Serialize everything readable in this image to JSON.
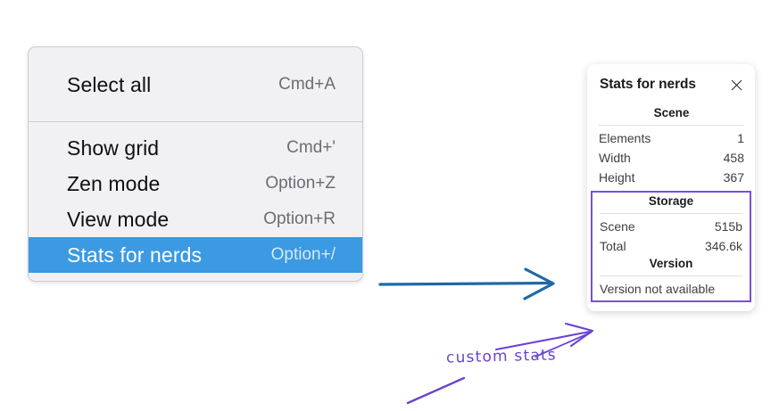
{
  "context_menu": {
    "groups": [
      {
        "items": [
          {
            "label": "Select all",
            "shortcut": "Cmd+A",
            "selected": false
          }
        ]
      },
      {
        "items": [
          {
            "label": "Show grid",
            "shortcut": "Cmd+'",
            "selected": false
          },
          {
            "label": "Zen mode",
            "shortcut": "Option+Z",
            "selected": false
          },
          {
            "label": "View mode",
            "shortcut": "Option+R",
            "selected": false
          },
          {
            "label": "Stats for nerds",
            "shortcut": "Option+/",
            "selected": true
          }
        ]
      }
    ],
    "selection_color": "#3b9ae1"
  },
  "stats_panel": {
    "title": "Stats for nerds",
    "close_icon": "close-icon",
    "scene": {
      "heading": "Scene",
      "rows": [
        {
          "key": "Elements",
          "value": "1"
        },
        {
          "key": "Width",
          "value": "458"
        },
        {
          "key": "Height",
          "value": "367"
        }
      ]
    },
    "storage": {
      "heading": "Storage",
      "rows": [
        {
          "key": "Scene",
          "value": "515b"
        },
        {
          "key": "Total",
          "value": "346.6k"
        }
      ]
    },
    "version": {
      "heading": "Version",
      "note": "Version not available"
    },
    "highlight_color": "#7a52cf"
  },
  "annotations": {
    "arrow_blue": {
      "name": "blue-arrow",
      "color": "#1f69a8"
    },
    "custom_stats_label": "custom stats",
    "purple_color": "#6a43d0"
  }
}
